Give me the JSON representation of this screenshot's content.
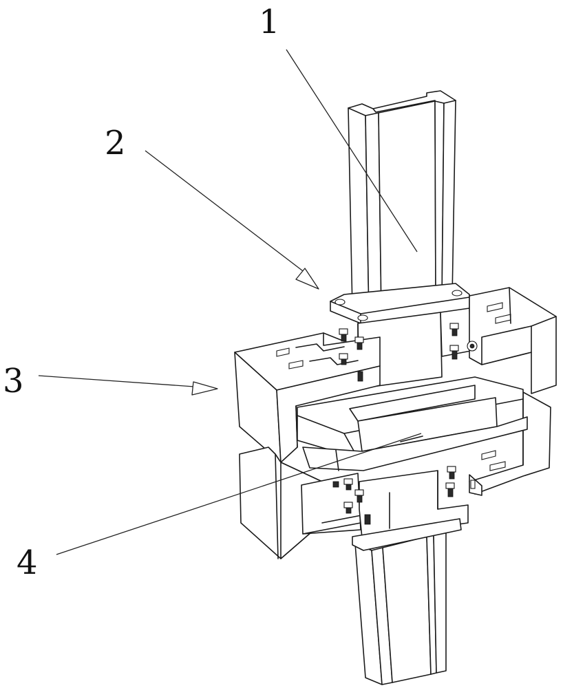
{
  "figure": {
    "type": "patent-isometric-line-drawing",
    "line_color": "#1a1a1a",
    "background": "#ffffff"
  },
  "callouts": [
    {
      "id": "1",
      "text": "1",
      "part": "upper-column"
    },
    {
      "id": "2",
      "text": "2",
      "part": "upper-base-plate"
    },
    {
      "id": "3",
      "text": "3",
      "part": "c-clamp-frame"
    },
    {
      "id": "4",
      "text": "4",
      "part": "cross-beam"
    }
  ],
  "icons": {
    "arrow": "hollow-triangle-arrowhead",
    "bolt": "hex-bolt"
  }
}
